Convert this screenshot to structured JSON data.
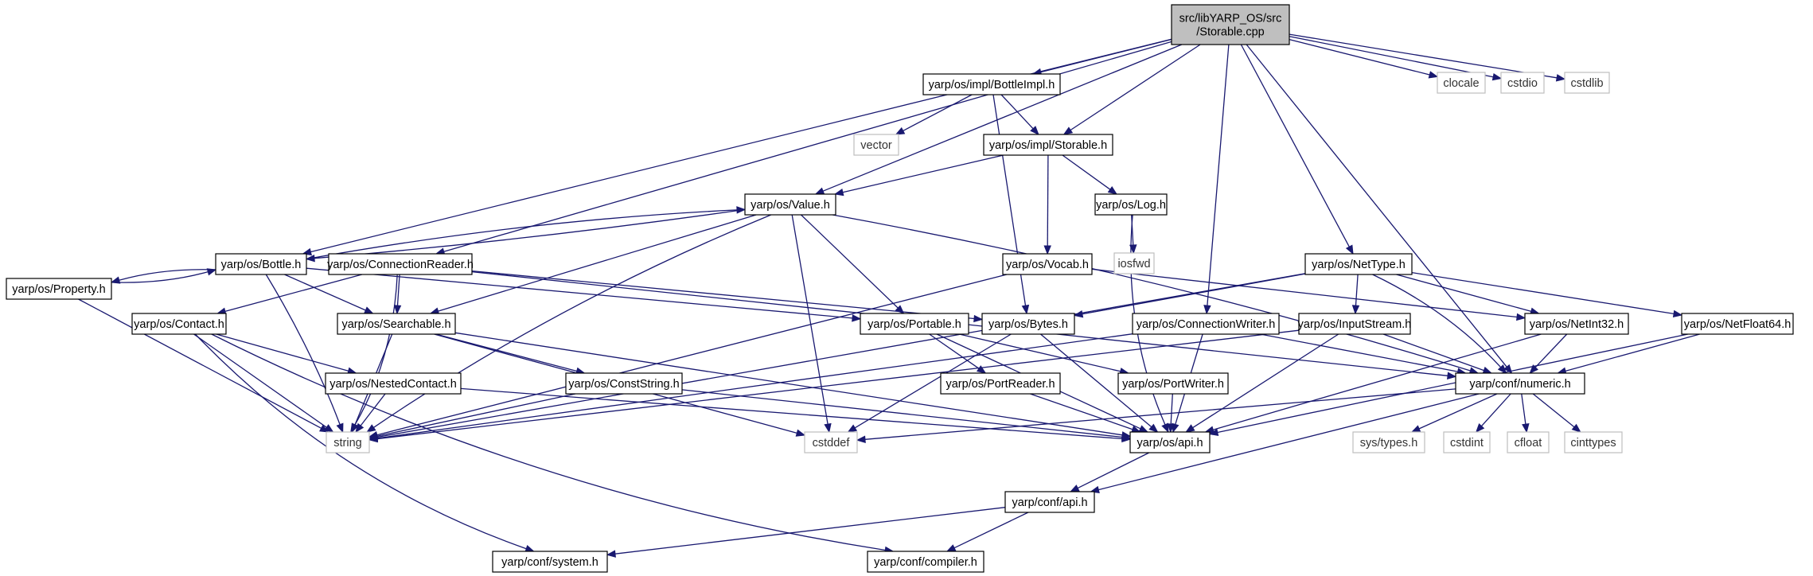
{
  "diagram": {
    "root": "src/libYARP_OS/src/Storable.cpp",
    "nodes": {
      "root": {
        "lines": [
          "src/libYARP_OS/src",
          "/Storable.cpp"
        ],
        "style": "root"
      },
      "clocale": {
        "lines": [
          "clocale"
        ],
        "style": "ext"
      },
      "cstdio": {
        "lines": [
          "cstdio"
        ],
        "style": "ext"
      },
      "cstdlib": {
        "lines": [
          "cstdlib"
        ],
        "style": "ext"
      },
      "bottleimpl": {
        "lines": [
          "yarp/os/impl/BottleImpl.h"
        ],
        "style": "normal"
      },
      "vector": {
        "lines": [
          "vector"
        ],
        "style": "ext"
      },
      "storableh": {
        "lines": [
          "yarp/os/impl/Storable.h"
        ],
        "style": "normal"
      },
      "value": {
        "lines": [
          "yarp/os/Value.h"
        ],
        "style": "normal"
      },
      "log": {
        "lines": [
          "yarp/os/Log.h"
        ],
        "style": "normal"
      },
      "iosfwd": {
        "lines": [
          "iosfwd"
        ],
        "style": "ext"
      },
      "bottle": {
        "lines": [
          "yarp/os/Bottle.h"
        ],
        "style": "normal"
      },
      "connreader": {
        "lines": [
          "yarp/os/ConnectionReader.h"
        ],
        "style": "normal"
      },
      "vocab": {
        "lines": [
          "yarp/os/Vocab.h"
        ],
        "style": "normal"
      },
      "nettype": {
        "lines": [
          "yarp/os/NetType.h"
        ],
        "style": "normal"
      },
      "property": {
        "lines": [
          "yarp/os/Property.h"
        ],
        "style": "normal"
      },
      "contact": {
        "lines": [
          "yarp/os/Contact.h"
        ],
        "style": "normal"
      },
      "searchable": {
        "lines": [
          "yarp/os/Searchable.h"
        ],
        "style": "normal"
      },
      "portable": {
        "lines": [
          "yarp/os/Portable.h"
        ],
        "style": "normal"
      },
      "bytes": {
        "lines": [
          "yarp/os/Bytes.h"
        ],
        "style": "normal"
      },
      "connwriter": {
        "lines": [
          "yarp/os/ConnectionWriter.h"
        ],
        "style": "normal"
      },
      "inputstream": {
        "lines": [
          "yarp/os/InputStream.h"
        ],
        "style": "normal"
      },
      "netint32": {
        "lines": [
          "yarp/os/NetInt32.h"
        ],
        "style": "normal"
      },
      "netfloat64": {
        "lines": [
          "yarp/os/NetFloat64.h"
        ],
        "style": "normal"
      },
      "nestedcontact": {
        "lines": [
          "yarp/os/NestedContact.h"
        ],
        "style": "normal"
      },
      "conststring": {
        "lines": [
          "yarp/os/ConstString.h"
        ],
        "style": "normal"
      },
      "portreader": {
        "lines": [
          "yarp/os/PortReader.h"
        ],
        "style": "normal"
      },
      "portwriter": {
        "lines": [
          "yarp/os/PortWriter.h"
        ],
        "style": "normal"
      },
      "numeric": {
        "lines": [
          "yarp/conf/numeric.h"
        ],
        "style": "normal"
      },
      "string": {
        "lines": [
          "string"
        ],
        "style": "ext"
      },
      "cstddef": {
        "lines": [
          "cstddef"
        ],
        "style": "ext"
      },
      "api": {
        "lines": [
          "yarp/os/api.h"
        ],
        "style": "normal"
      },
      "systypes": {
        "lines": [
          "sys/types.h"
        ],
        "style": "ext"
      },
      "cstdint": {
        "lines": [
          "cstdint"
        ],
        "style": "ext"
      },
      "cfloat": {
        "lines": [
          "cfloat"
        ],
        "style": "ext"
      },
      "cinttypes": {
        "lines": [
          "cinttypes"
        ],
        "style": "ext"
      },
      "confapi": {
        "lines": [
          "yarp/conf/api.h"
        ],
        "style": "normal"
      },
      "system": {
        "lines": [
          "yarp/conf/system.h"
        ],
        "style": "normal"
      },
      "compiler": {
        "lines": [
          "yarp/conf/compiler.h"
        ],
        "style": "normal"
      }
    },
    "edges": [
      [
        "root",
        "clocale"
      ],
      [
        "root",
        "cstdio"
      ],
      [
        "root",
        "cstdlib"
      ],
      [
        "root",
        "bottleimpl"
      ],
      [
        "root",
        "storableh"
      ],
      [
        "root",
        "value"
      ],
      [
        "root",
        "bottle"
      ],
      [
        "root",
        "connreader"
      ],
      [
        "root",
        "connwriter"
      ],
      [
        "root",
        "nettype"
      ],
      [
        "root",
        "numeric"
      ],
      [
        "bottleimpl",
        "vector"
      ],
      [
        "bottleimpl",
        "storableh"
      ],
      [
        "bottleimpl",
        "bytes"
      ],
      [
        "storableh",
        "value"
      ],
      [
        "storableh",
        "log"
      ],
      [
        "storableh",
        "vocab"
      ],
      [
        "log",
        "iosfwd"
      ],
      [
        "log",
        "api"
      ],
      [
        "value",
        "bottle"
      ],
      [
        "value",
        "searchable"
      ],
      [
        "value",
        "portable"
      ],
      [
        "value",
        "cstddef"
      ],
      [
        "value",
        "string"
      ],
      [
        "value",
        "numeric"
      ],
      [
        "bottle",
        "value"
      ],
      [
        "bottle",
        "property"
      ],
      [
        "bottle",
        "searchable"
      ],
      [
        "bottle",
        "portable"
      ],
      [
        "bottle",
        "string"
      ],
      [
        "property",
        "bottle"
      ],
      [
        "property",
        "string"
      ],
      [
        "connreader",
        "contact"
      ],
      [
        "connreader",
        "searchable"
      ],
      [
        "connreader",
        "bytes"
      ],
      [
        "connreader",
        "string"
      ],
      [
        "connreader",
        "numeric"
      ],
      [
        "vocab",
        "string"
      ],
      [
        "vocab",
        "netint32"
      ],
      [
        "nettype",
        "bytes"
      ],
      [
        "nettype",
        "inputstream"
      ],
      [
        "nettype",
        "netint32"
      ],
      [
        "nettype",
        "netfloat64"
      ],
      [
        "nettype",
        "numeric"
      ],
      [
        "nettype",
        "string"
      ],
      [
        "contact",
        "nestedcontact"
      ],
      [
        "contact",
        "string"
      ],
      [
        "contact",
        "system"
      ],
      [
        "contact",
        "compiler"
      ],
      [
        "searchable",
        "conststring"
      ],
      [
        "searchable",
        "api"
      ],
      [
        "searchable",
        "string"
      ],
      [
        "searchable",
        "cstddef"
      ],
      [
        "portable",
        "portreader"
      ],
      [
        "portable",
        "portwriter"
      ],
      [
        "portable",
        "api"
      ],
      [
        "bytes",
        "api"
      ],
      [
        "bytes",
        "cstddef"
      ],
      [
        "connwriter",
        "string"
      ],
      [
        "connwriter",
        "api"
      ],
      [
        "connwriter",
        "numeric"
      ],
      [
        "inputstream",
        "string"
      ],
      [
        "inputstream",
        "api"
      ],
      [
        "inputstream",
        "numeric"
      ],
      [
        "netint32",
        "api"
      ],
      [
        "netint32",
        "numeric"
      ],
      [
        "netfloat64",
        "api"
      ],
      [
        "netfloat64",
        "numeric"
      ],
      [
        "nestedcontact",
        "string"
      ],
      [
        "nestedcontact",
        "api"
      ],
      [
        "conststring",
        "string"
      ],
      [
        "conststring",
        "api"
      ],
      [
        "portreader",
        "api"
      ],
      [
        "portwriter",
        "api"
      ],
      [
        "numeric",
        "systypes"
      ],
      [
        "numeric",
        "cstdint"
      ],
      [
        "numeric",
        "cfloat"
      ],
      [
        "numeric",
        "cinttypes"
      ],
      [
        "numeric",
        "cstddef"
      ],
      [
        "numeric",
        "confapi"
      ],
      [
        "api",
        "confapi"
      ],
      [
        "confapi",
        "system"
      ],
      [
        "confapi",
        "compiler"
      ]
    ]
  }
}
